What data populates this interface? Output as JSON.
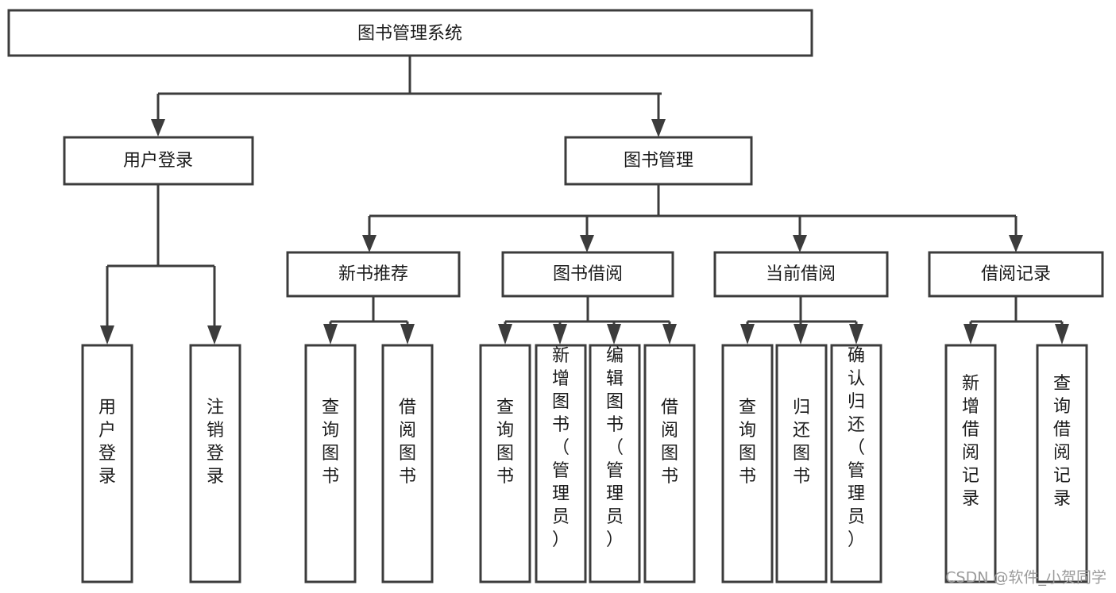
{
  "diagram": {
    "title": "图书管理系统",
    "type": "tree-hierarchy-diagram",
    "colors": {
      "background": "#ffffff",
      "box_stroke": "#3c3c3c",
      "box_fill": "#ffffff",
      "text": "#1b1b1b",
      "connector": "#3c3c3c",
      "watermark": "#9a9a9a"
    },
    "root": {
      "label": "图书管理系统"
    },
    "level2": [
      {
        "label": "用户登录"
      },
      {
        "label": "图书管理"
      }
    ],
    "level3": [
      {
        "label": "新书推荐"
      },
      {
        "label": "图书借阅"
      },
      {
        "label": "当前借阅"
      },
      {
        "label": "借阅记录"
      }
    ],
    "leaves": {
      "user_login": [
        {
          "label": "用户登录"
        },
        {
          "label": "注销登录"
        }
      ],
      "new_book_recommend": [
        {
          "label": "查询图书"
        },
        {
          "label": "借阅图书"
        }
      ],
      "book_borrow": [
        {
          "label": "查询图书"
        },
        {
          "label": "新增图书（管理员）"
        },
        {
          "label": "编辑图书（管理员）"
        },
        {
          "label": "借阅图书"
        }
      ],
      "current_borrow": [
        {
          "label": "查询图书"
        },
        {
          "label": "归还图书"
        },
        {
          "label": "确认归还（管理员）"
        }
      ],
      "borrow_record": [
        {
          "label": "新增借阅记录"
        },
        {
          "label": "查询借阅记录"
        }
      ]
    }
  },
  "watermark": {
    "text": "CSDN @软件_小贺同学"
  }
}
